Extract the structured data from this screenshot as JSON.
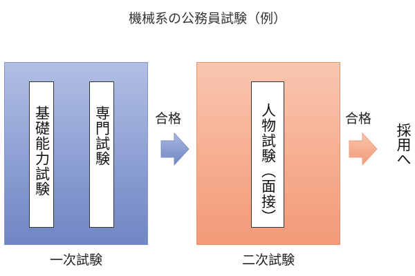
{
  "title": "機械系の公務員試験（例）",
  "stage1": {
    "label": "一次試験",
    "subjects": [
      "基礎能力試験",
      "専門試験"
    ]
  },
  "stage2": {
    "label": "二次試験",
    "subjects": [
      "人物試験（面接）"
    ]
  },
  "pass_label_1": "合格",
  "pass_label_2": "合格",
  "final": "採用へ",
  "colors": {
    "stage1_fill": "#8c9fd4",
    "stage2_fill": "#f6ad8f",
    "arrow1": "#7e95cf",
    "arrow2": "#f4a383"
  }
}
